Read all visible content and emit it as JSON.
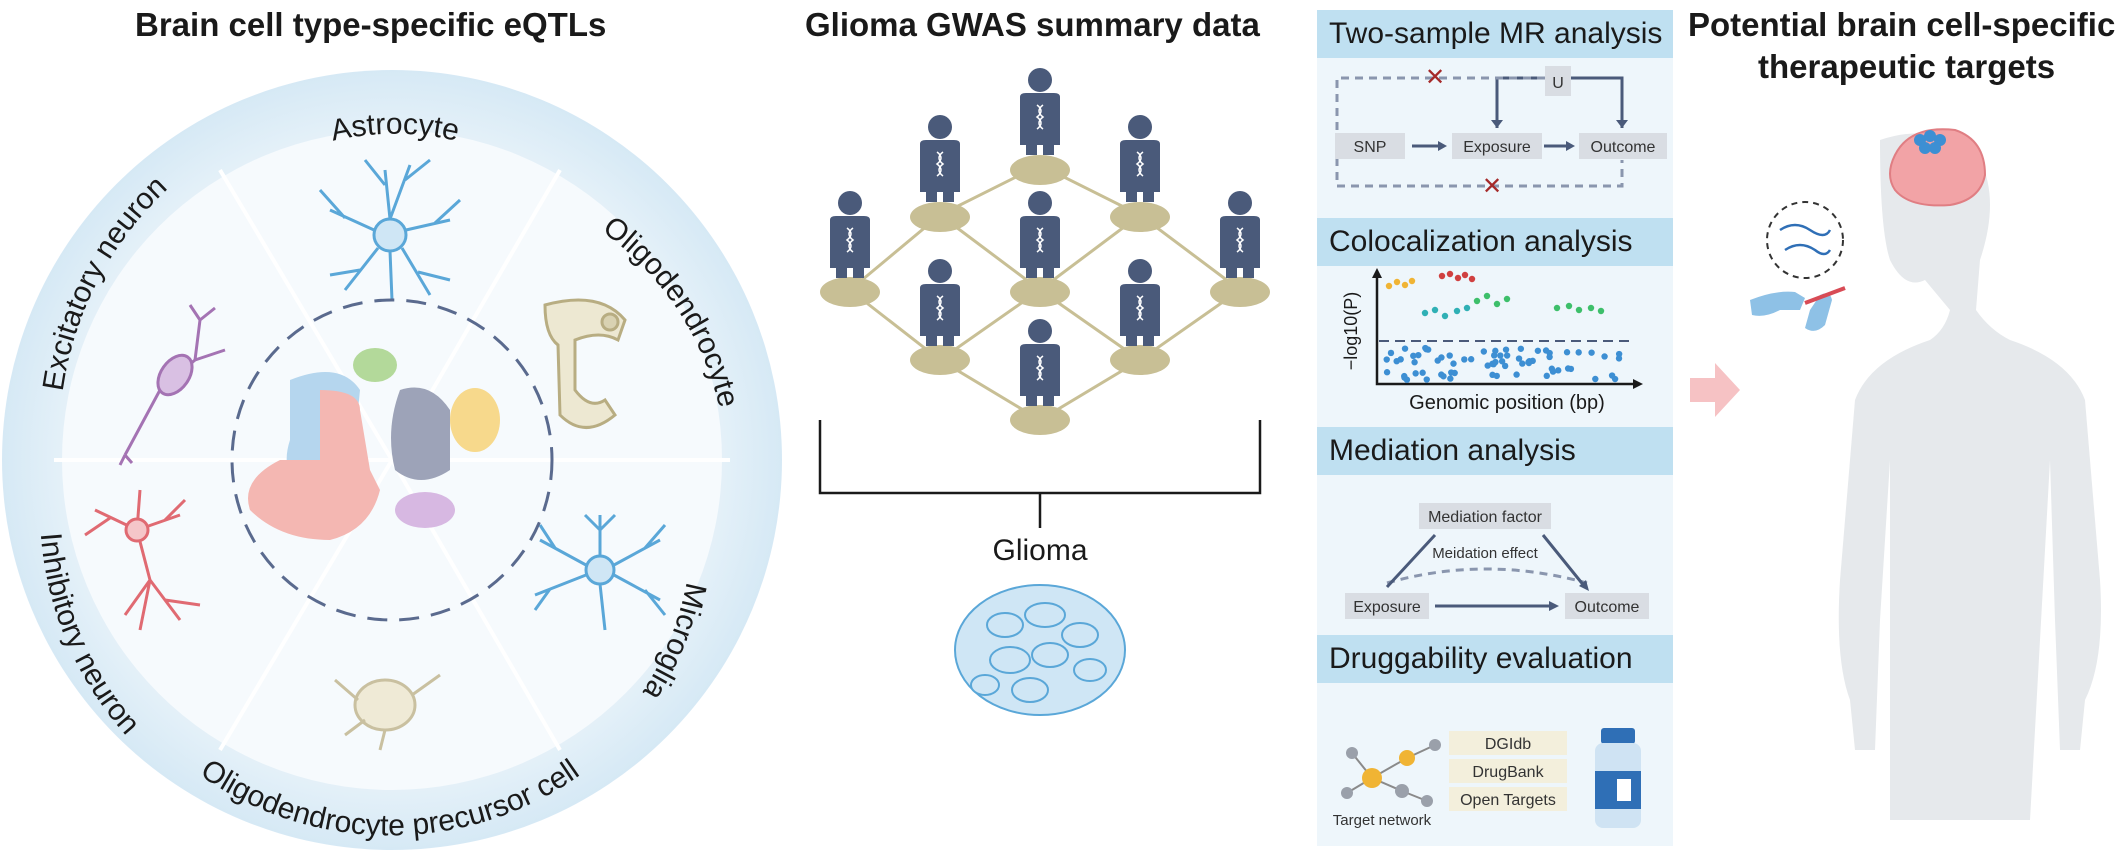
{
  "titles": {
    "eqtl": "Brain cell type-specific eQTLs",
    "gwas": "Glioma GWAS summary data",
    "targets_line1": "Potential brain cell-specific",
    "targets_line2": "therapeutic targets"
  },
  "cell_types": {
    "astrocyte": "Astrocyte",
    "oligodendrocyte": "Oligodendrocyte",
    "microglia": "Microglia",
    "opc": "Oligodendrocyte precursor cell",
    "inhibitory": "Inhibitory neuron",
    "excitatory": "Excitatory neuron"
  },
  "gwas": {
    "glioma_label": "Glioma"
  },
  "mr": {
    "header": "Two-sample MR analysis",
    "snp": "SNP",
    "exposure": "Exposure",
    "outcome": "Outcome",
    "u": "U"
  },
  "coloc": {
    "header": "Colocalization analysis",
    "ylabel": "−log10(P)",
    "xlabel": "Genomic position (bp)"
  },
  "mediation": {
    "header": "Mediation analysis",
    "factor": "Mediation factor",
    "effect": "Meidation effect",
    "exposure": "Exposure",
    "outcome": "Outcome"
  },
  "drug": {
    "header": "Druggability evaluation",
    "db1": "DGIdb",
    "db2": "DrugBank",
    "db3": "Open Targets",
    "network_label": "Target network"
  },
  "colors": {
    "ring": "#dcecf6",
    "astrocyte": "#5aa7d8",
    "excitatory": "#a473b3",
    "inhibitory": "#e06a72",
    "olig": "#d9d2b2",
    "person": "#4a5a7a",
    "disc": "#c8bf95",
    "panel_head": "#bfe0f1"
  }
}
